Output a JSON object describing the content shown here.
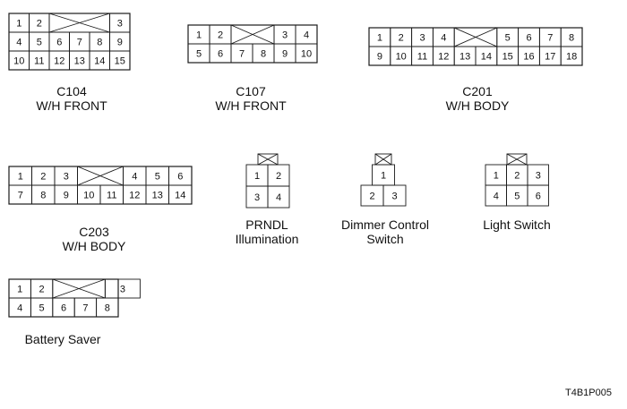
{
  "connectors": [
    {
      "id": "c104",
      "code": "C104",
      "subtitle": "W/H FRONT",
      "rows": [
        [
          "1",
          "2",
          "X",
          "X",
          "X",
          "3"
        ],
        [
          "4",
          "5",
          "6",
          "7",
          "8",
          "9"
        ],
        [
          "10",
          "11",
          "12",
          "13",
          "14",
          "15"
        ]
      ]
    },
    {
      "id": "c107",
      "code": "C107",
      "subtitle": "W/H FRONT",
      "rows": [
        [
          "1",
          "2",
          "X",
          "X",
          "3",
          "4"
        ],
        [
          "5",
          "6",
          "7",
          "8",
          "9",
          "10"
        ]
      ]
    },
    {
      "id": "c201",
      "code": "C201",
      "subtitle": "W/H BODY",
      "rows": [
        [
          "1",
          "2",
          "3",
          "4",
          "X",
          "X",
          "5",
          "6",
          "7",
          "8"
        ],
        [
          "9",
          "10",
          "11",
          "12",
          "13",
          "14",
          "15",
          "16",
          "17",
          "18"
        ]
      ]
    },
    {
      "id": "c203",
      "code": "C203",
      "subtitle": "W/H BODY",
      "rows": [
        [
          "1",
          "2",
          "3",
          "X",
          "X",
          "4",
          "5",
          "6"
        ],
        [
          "7",
          "8",
          "9",
          "10",
          "11",
          "12",
          "13",
          "14"
        ]
      ]
    },
    {
      "id": "prndl",
      "code": "PRNDL",
      "subtitle": "Illumination",
      "rows": [
        [
          "1",
          "2"
        ],
        [
          "3",
          "4"
        ]
      ]
    },
    {
      "id": "dimmer",
      "code": "Dimmer Control",
      "subtitle": "Switch",
      "rows": [
        [
          "1"
        ],
        [
          "2",
          "3"
        ]
      ]
    },
    {
      "id": "light",
      "code": "Light Switch",
      "subtitle": "",
      "rows": [
        [
          "1",
          "2",
          "3"
        ],
        [
          "4",
          "5",
          "6"
        ]
      ]
    },
    {
      "id": "battery",
      "code": "Battery Saver",
      "subtitle": "",
      "rows": [
        [
          "1",
          "2",
          "X",
          "X",
          "X",
          "3"
        ],
        [
          "4",
          "5",
          "6",
          "7",
          "8"
        ]
      ]
    }
  ],
  "figure_ref": "T4B1P005"
}
